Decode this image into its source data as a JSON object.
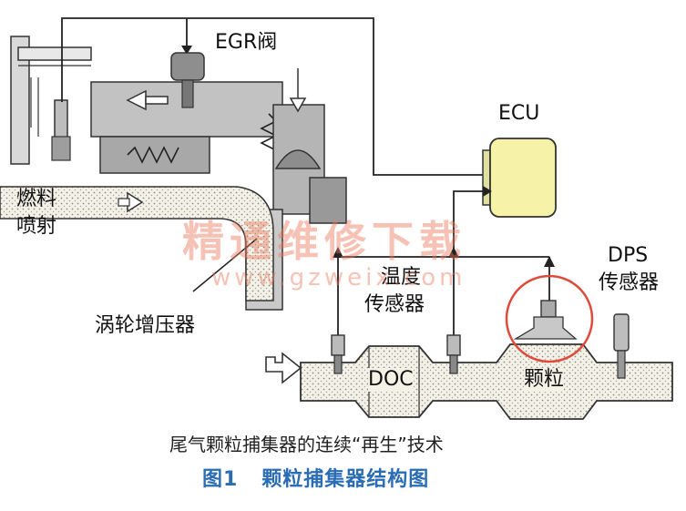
{
  "labels": {
    "egr": "EGR阀",
    "ecu": "ECU",
    "fuel_line1": "燃料",
    "fuel_line2": "喷射",
    "turbo": "涡轮增压器",
    "temp_line1": "温度",
    "temp_line2": "传感器",
    "dps_line1": "DPS",
    "dps_line2": "传感器",
    "doc": "DOC",
    "particle": "颗粒"
  },
  "caption": "尾气颗粒捕集器的连续“再生”技术",
  "figure_title": "图1   颗粒捕集器结构图",
  "watermark": {
    "cn": "精通维修下载",
    "url": "www.gzweix.com"
  },
  "colors": {
    "ecu_fill": "#f6f3a8",
    "highlight": "#e04a3a",
    "engine_gray": "#9a9a9a",
    "figure_title": "#2a6db5"
  }
}
